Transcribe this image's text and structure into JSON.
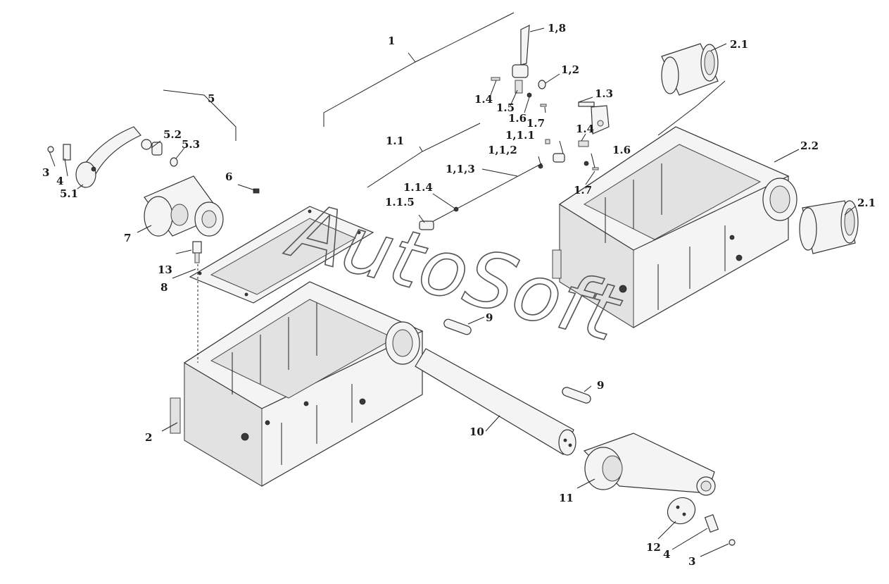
{
  "watermark": "AutoSoft",
  "labels": {
    "l1": "1",
    "l1_8": "1,8",
    "l2_1a": "2.1",
    "l1_2": "1,2",
    "l1_4a": "1.4",
    "l1_5": "1.5",
    "l1_3": "1.3",
    "l1_6a": "1.6",
    "l1_7a": "1.7",
    "l5": "5",
    "l5_2": "5.2",
    "l5_3": "5.3",
    "l3a": "3",
    "l4a": "4",
    "l5_1": "5.1",
    "l6": "6",
    "l7": "7",
    "l13": "13",
    "l8": "8",
    "l1_1": "1.1",
    "l1_1_1": "1,1.1",
    "l1_4b": "1.4",
    "l1_1_2": "1,1,2",
    "l1_6b": "1.6",
    "l1_1_3": "1,1,3",
    "l1_7b": "1.7",
    "l1_1_4": "1.1.4",
    "l1_1_5": "1.1.5",
    "l2_2": "2.2",
    "l2_1b": "2.1",
    "l9a": "9",
    "l9b": "9",
    "l2": "2",
    "l10": "10",
    "l11": "11",
    "l12": "12",
    "l4b": "4",
    "l3b": "3"
  }
}
